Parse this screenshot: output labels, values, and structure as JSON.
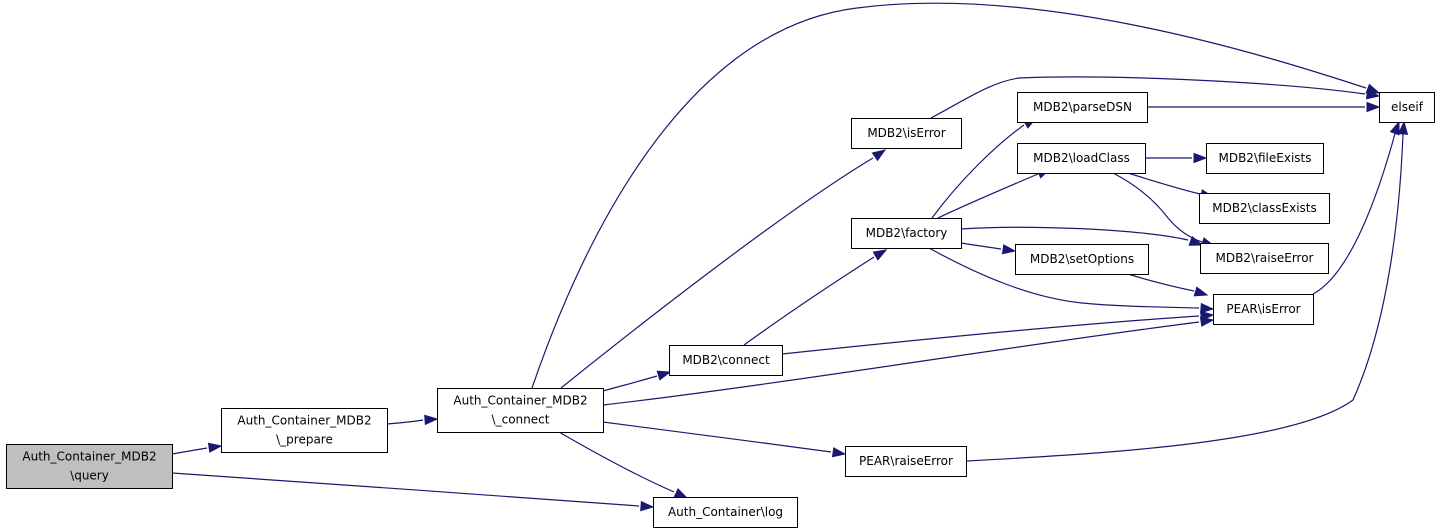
{
  "nodes": {
    "query": {
      "lines": [
        "Auth_Container_MDB2",
        "\\query"
      ],
      "root": true
    },
    "prepare": {
      "lines": [
        "Auth_Container_MDB2",
        "\\_prepare"
      ]
    },
    "connect_": {
      "lines": [
        "Auth_Container_MDB2",
        "\\_connect"
      ]
    },
    "log": {
      "lines": [
        "Auth_Container\\log"
      ]
    },
    "mdb2_connect": {
      "lines": [
        "MDB2\\connect"
      ]
    },
    "mdb2_factory": {
      "lines": [
        "MDB2\\factory"
      ]
    },
    "mdb2_iserror": {
      "lines": [
        "MDB2\\isError"
      ]
    },
    "mdb2_parsedsn": {
      "lines": [
        "MDB2\\parseDSN"
      ]
    },
    "mdb2_loadclass": {
      "lines": [
        "MDB2\\loadClass"
      ]
    },
    "mdb2_setoptions": {
      "lines": [
        "MDB2\\setOptions"
      ]
    },
    "pear_raiseerror": {
      "lines": [
        "PEAR\\raiseError"
      ]
    },
    "pear_iserror": {
      "lines": [
        "PEAR\\isError"
      ]
    },
    "mdb2_fileexists": {
      "lines": [
        "MDB2\\fileExists"
      ]
    },
    "mdb2_classexists": {
      "lines": [
        "MDB2\\classExists"
      ]
    },
    "mdb2_raiseerror": {
      "lines": [
        "MDB2\\raiseError"
      ]
    },
    "elseif": {
      "lines": [
        "elseif"
      ]
    }
  },
  "edges": [
    [
      "query",
      "prepare"
    ],
    [
      "query",
      "log"
    ],
    [
      "prepare",
      "connect_"
    ],
    [
      "connect_",
      "log"
    ],
    [
      "connect_",
      "mdb2_connect"
    ],
    [
      "connect_",
      "mdb2_iserror"
    ],
    [
      "connect_",
      "elseif"
    ],
    [
      "connect_",
      "pear_iserror"
    ],
    [
      "connect_",
      "pear_raiseerror"
    ],
    [
      "mdb2_connect",
      "mdb2_factory"
    ],
    [
      "mdb2_connect",
      "pear_iserror"
    ],
    [
      "mdb2_iserror",
      "elseif"
    ],
    [
      "mdb2_factory",
      "mdb2_parsedsn"
    ],
    [
      "mdb2_factory",
      "mdb2_loadclass"
    ],
    [
      "mdb2_factory",
      "mdb2_setoptions"
    ],
    [
      "mdb2_factory",
      "mdb2_raiseerror"
    ],
    [
      "mdb2_factory",
      "pear_iserror"
    ],
    [
      "mdb2_parsedsn",
      "elseif"
    ],
    [
      "mdb2_loadclass",
      "mdb2_fileexists"
    ],
    [
      "mdb2_loadclass",
      "mdb2_classexists"
    ],
    [
      "mdb2_loadclass",
      "mdb2_raiseerror"
    ],
    [
      "mdb2_setoptions",
      "pear_iserror"
    ],
    [
      "pear_iserror",
      "elseif"
    ],
    [
      "pear_raiseerror",
      "elseif"
    ]
  ],
  "colors": {
    "edge": "#191970",
    "node_border": "#000000",
    "node_fill": "#ffffff",
    "root_fill": "#bfbfbf"
  }
}
